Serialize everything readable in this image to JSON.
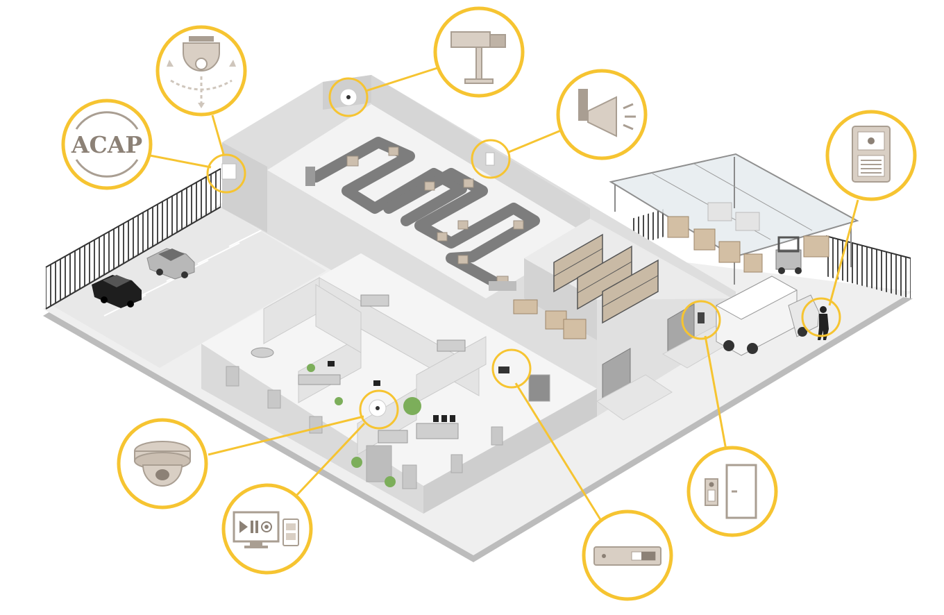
{
  "diagram": {
    "callouts": [
      {
        "id": "acap",
        "text": "ACAP",
        "icon": "acap-logo-icon"
      },
      {
        "id": "ptz",
        "icon": "ptz-camera-icon"
      },
      {
        "id": "box",
        "icon": "box-camera-icon"
      },
      {
        "id": "horn",
        "icon": "horn-speaker-icon"
      },
      {
        "id": "intercom",
        "icon": "intercom-icon"
      },
      {
        "id": "door",
        "icon": "door-controller-icon"
      },
      {
        "id": "recorder",
        "icon": "network-video-recorder-icon"
      },
      {
        "id": "vms",
        "icon": "video-management-icon"
      },
      {
        "id": "dome",
        "icon": "dome-camera-icon"
      }
    ],
    "colors": {
      "callout_ring": "#f6c431",
      "device_fill": "#d9cfc4",
      "device_stroke": "#a99e92",
      "floor": "#ececec",
      "wall": "#dcdcdc",
      "fence": "#333333"
    }
  }
}
